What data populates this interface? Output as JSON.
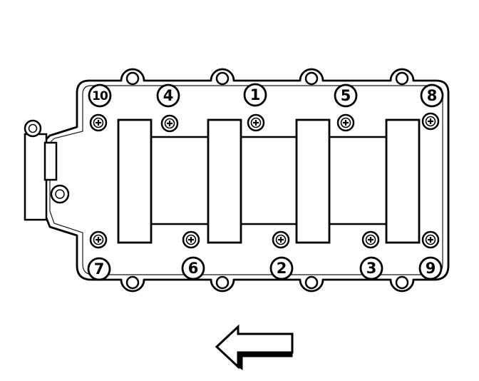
{
  "diagram": {
    "bolts": [
      {
        "id": "b10",
        "label": "10"
      },
      {
        "id": "b4",
        "label": "4"
      },
      {
        "id": "b1",
        "label": "1"
      },
      {
        "id": "b5",
        "label": "5"
      },
      {
        "id": "b8",
        "label": "8"
      },
      {
        "id": "b7",
        "label": "7"
      },
      {
        "id": "b6",
        "label": "6"
      },
      {
        "id": "b2",
        "label": "2"
      },
      {
        "id": "b3",
        "label": "3"
      },
      {
        "id": "b9",
        "label": "9"
      }
    ],
    "arrow_direction": "left",
    "colors": {
      "line": "#000000",
      "background": "#ffffff"
    }
  }
}
